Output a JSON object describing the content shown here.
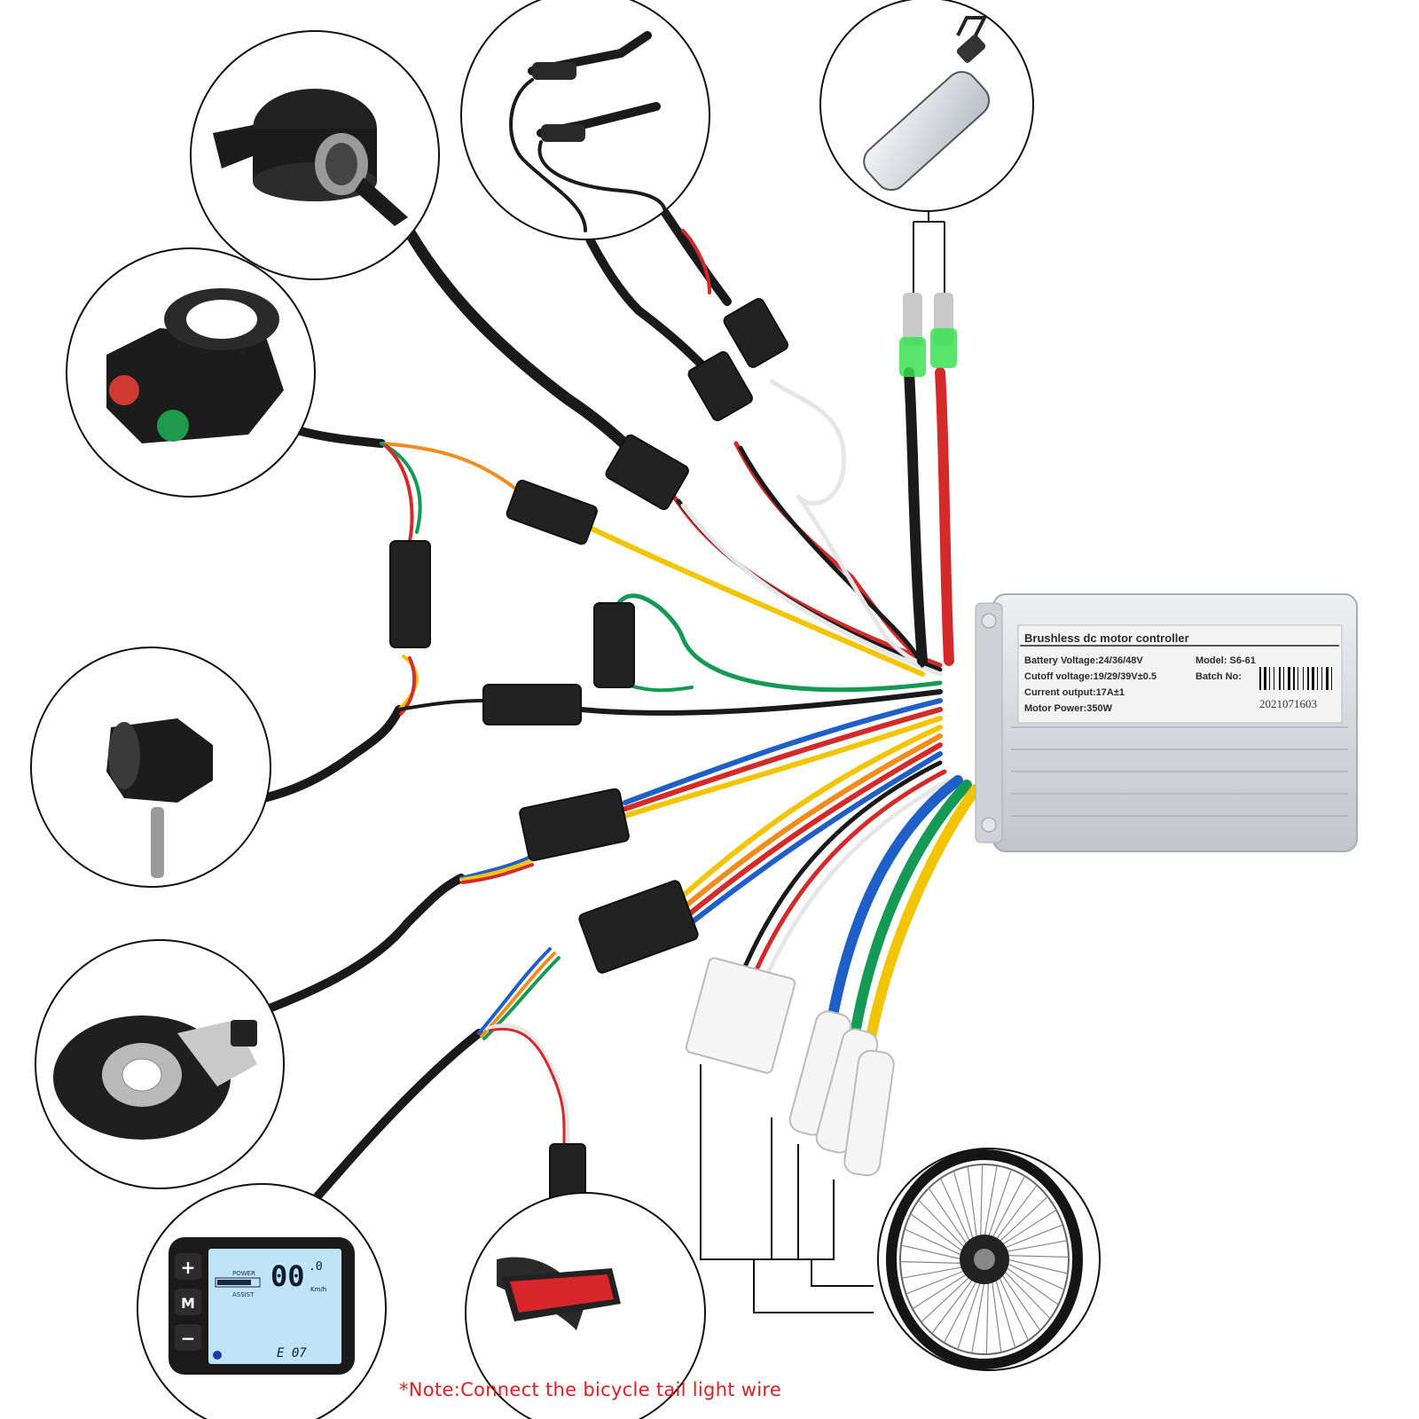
{
  "controller": {
    "title": "Brushless dc motor controller",
    "battery_voltage": "Battery Voltage:24/36/48V",
    "cutoff_voltage": "Cutoff voltage:19/29/39V±0.5",
    "current_output": "Current output:17A±1",
    "motor_power": "Motor Power:350W",
    "model": "Model:  S6-61",
    "batch_label": "Batch No:",
    "batch_number": "2021071603"
  },
  "display": {
    "buttons": [
      "+",
      "M",
      "−"
    ],
    "power_label": "POWER",
    "assist_label": "ASSIST",
    "speed": "00",
    "speed_decimal": ".0",
    "unit": "Km/h",
    "error_code": "E 07",
    "screen_color": "#bfe3f7"
  },
  "note": "*Note:Connect the bicycle tail light wire",
  "colors": {
    "wire_red": "#d42a2a",
    "wire_yellow": "#f2c500",
    "wire_green": "#159a55",
    "wire_blue": "#1e5fc8",
    "wire_black": "#1a1a1a",
    "wire_white": "#e6e6e6",
    "wire_orange": "#f28c1c",
    "note_red": "#e02020"
  }
}
